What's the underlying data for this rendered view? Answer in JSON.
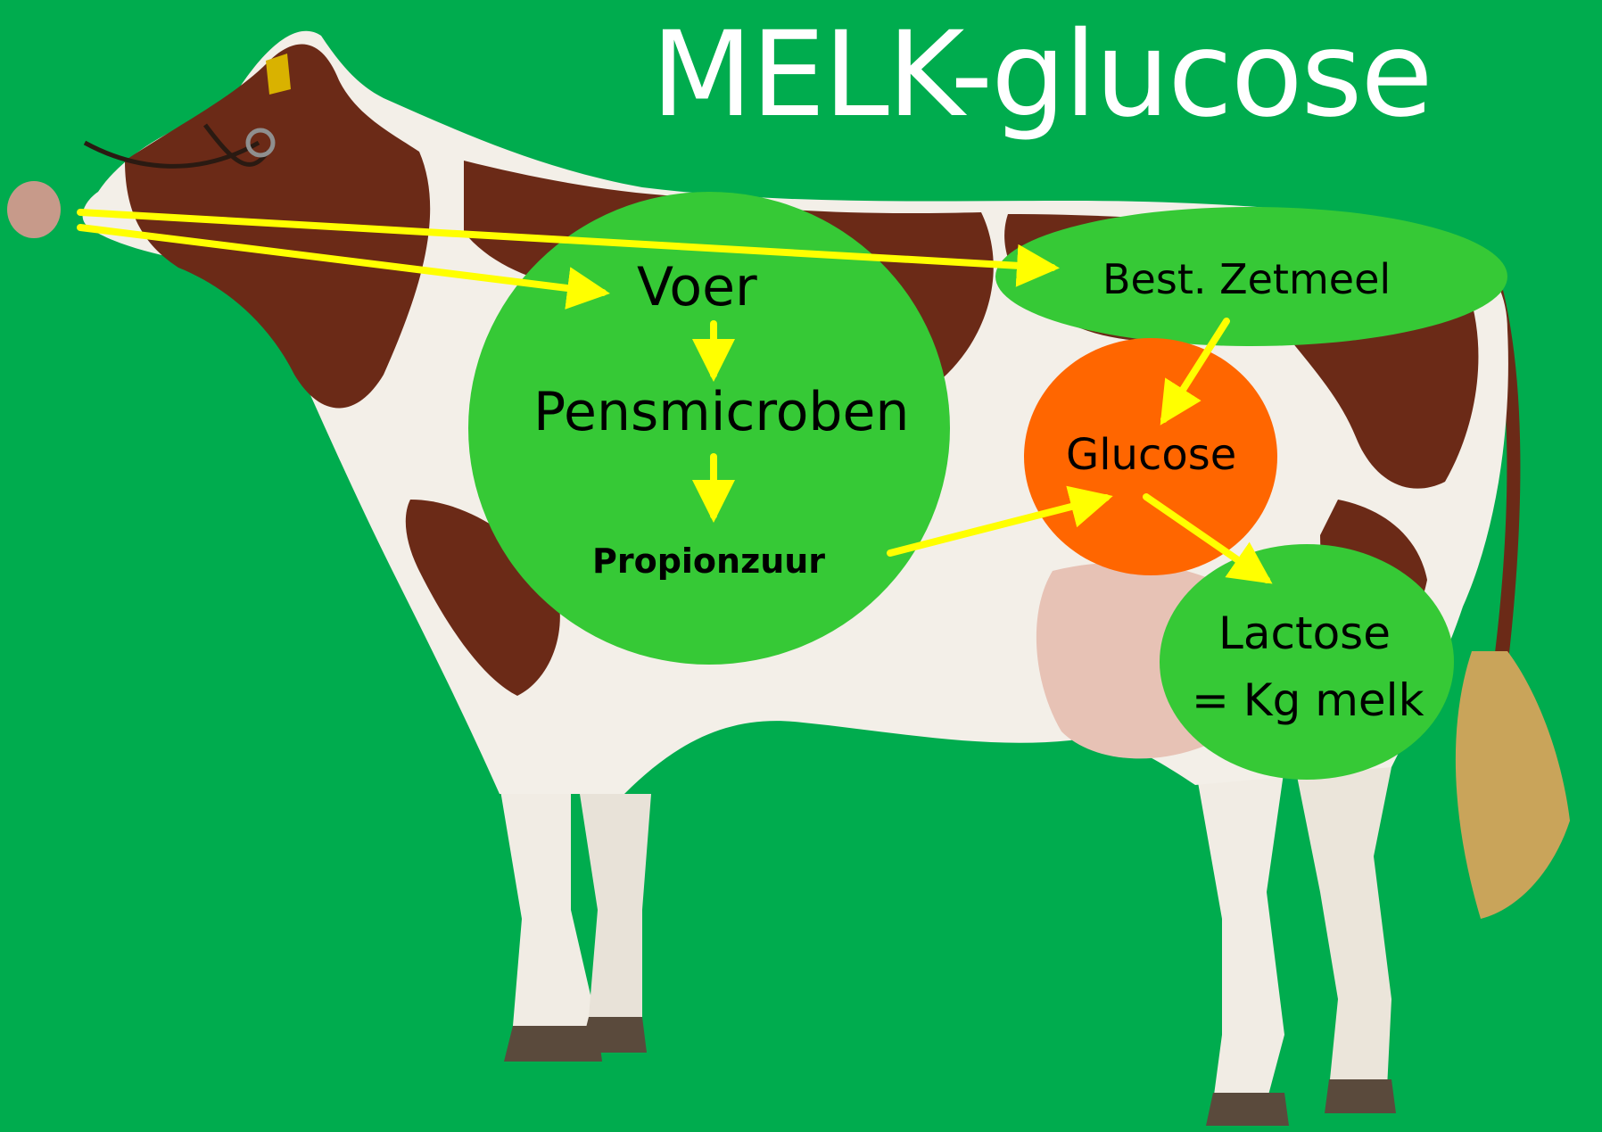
{
  "title": "MELK-glucose",
  "nodes": {
    "voer": "Voer",
    "pensmicroben": "Pensmicroben",
    "propionzuur": "Propionzuur",
    "best_zetmeel": "Best. Zetmeel",
    "glucose": "Glucose",
    "lactose_line1": "Lactose",
    "lactose_line2": "= Kg melk"
  },
  "colors": {
    "background": "#00ac4e",
    "bubble_green": "#36c936",
    "glucose_orange": "#ff6600",
    "arrow_yellow": "#ffff00",
    "title_text": "#ffffff",
    "cow_brown": "#6b2a17",
    "cow_white": "#f3efe8"
  },
  "icons": {
    "cow": "cow-illustration"
  }
}
